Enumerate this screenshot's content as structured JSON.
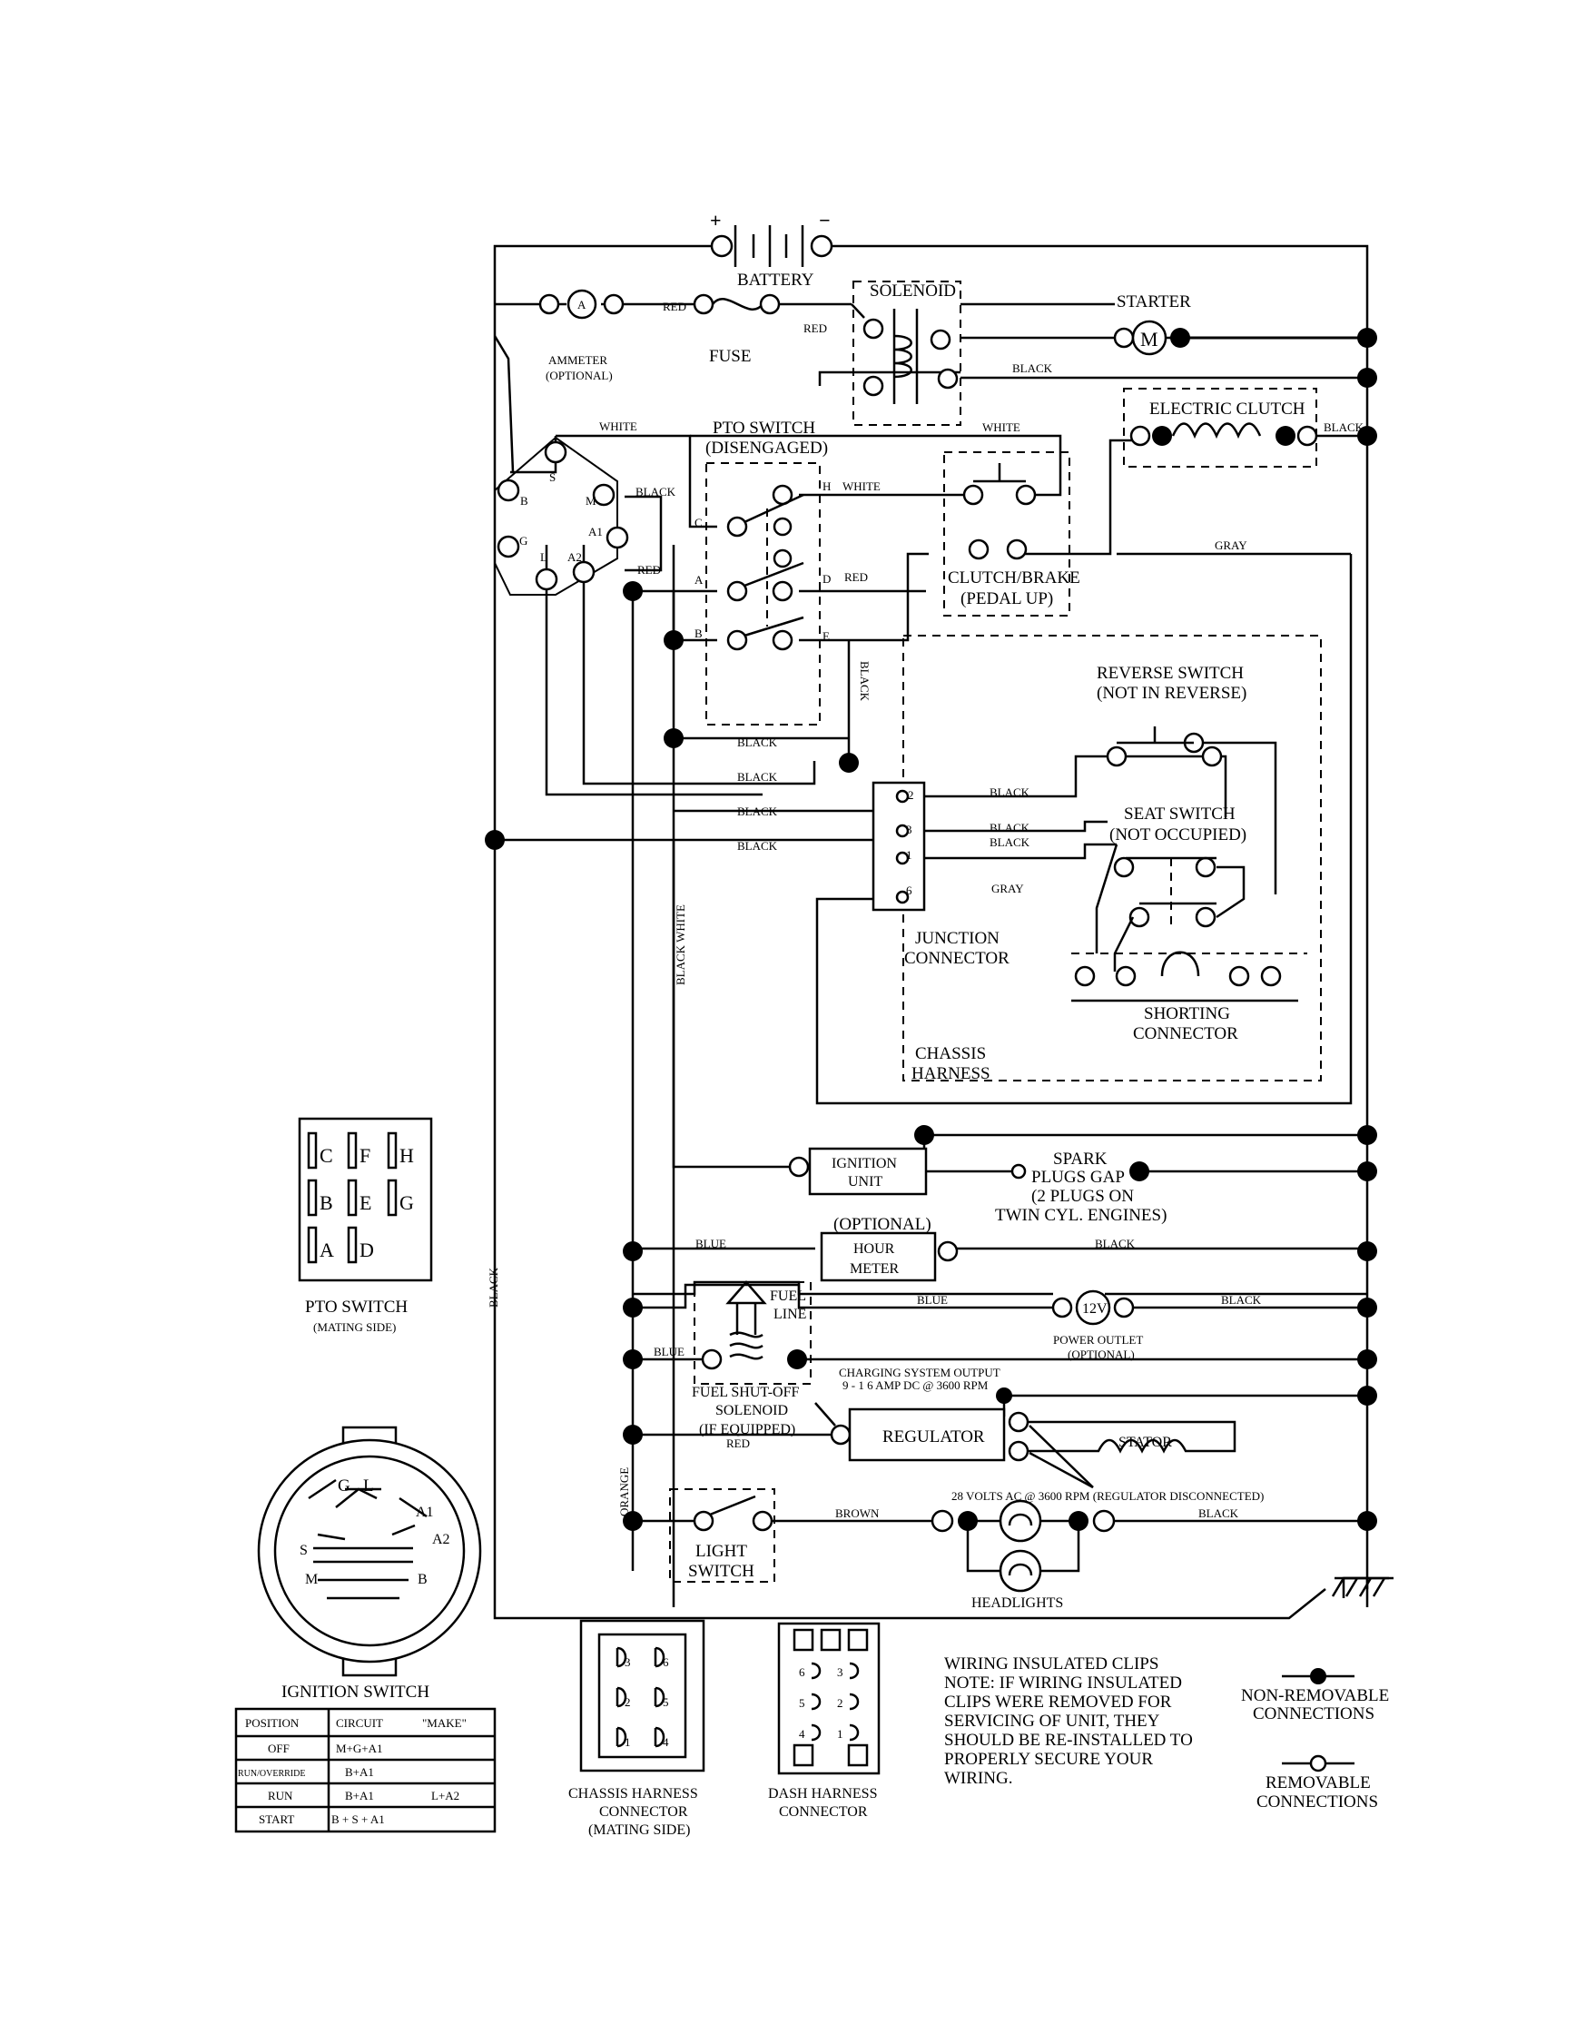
{
  "components": {
    "battery": "BATTERY",
    "battery_plus": "+",
    "battery_minus": "−",
    "solenoid": "SOLENOID",
    "starter": "STARTER",
    "starter_symbol": "M",
    "ammeter": "AMMETER",
    "ammeter_optional": "(OPTIONAL)",
    "ammeter_symbol": "A",
    "fuse": "FUSE",
    "electric_clutch": "ELECTRIC CLUTCH",
    "pto_switch_title": "PTO SWITCH",
    "pto_switch_state": "(DISENGAGED)",
    "clutch_brake": "CLUTCH/BRAKE",
    "clutch_brake_state": "(PEDAL UP)",
    "reverse_switch": "REVERSE SWITCH",
    "reverse_switch_state": "(NOT IN REVERSE)",
    "seat_switch": "SEAT SWITCH",
    "seat_switch_state": "(NOT OCCUPIED)",
    "junction_connector_1": "JUNCTION",
    "junction_connector_2": "CONNECTOR",
    "shorting_connector_1": "SHORTING",
    "shorting_connector_2": "CONNECTOR",
    "chassis_harness_1": "CHASSIS",
    "chassis_harness_2": "HARNESS",
    "ignition_unit_1": "IGNITION",
    "ignition_unit_2": "UNIT",
    "spark_1": "SPARK",
    "spark_2": "PLUGS GAP",
    "spark_3": "(2 PLUGS ON",
    "spark_4": "TWIN CYL. ENGINES)",
    "hour_meter_optional": "(OPTIONAL)",
    "hour_meter_1": "HOUR",
    "hour_meter_2": "METER",
    "power_outlet_symbol": "12V",
    "power_outlet": "POWER OUTLET",
    "power_outlet_optional": "(OPTIONAL)",
    "fuel_line_1": "FUEL",
    "fuel_line_2": "LINE",
    "fuel_solenoid_1": "FUEL SHUT-OFF",
    "fuel_solenoid_2": "SOLENOID",
    "fuel_solenoid_3": "(IF EQUIPPED)",
    "charging_output_1": "CHARGING SYSTEM OUTPUT",
    "charging_output_2": "9 - 1 6 AMP DC @ 3600 RPM",
    "regulator": "REGULATOR",
    "stator": "STATOR",
    "stator_note": "28 VOLTS AC @ 3600 RPM (REGULATOR DISCONNECTED)",
    "light_switch_1": "LIGHT",
    "light_switch_2": "SWITCH",
    "headlights": "HEADLIGHTS"
  },
  "pto_terminals": {
    "c": "C",
    "a": "A",
    "b": "B",
    "h": "H",
    "d": "D",
    "e": "E"
  },
  "ignition_terminals": {
    "s": "S",
    "m": "M",
    "b": "B",
    "a1": "A1",
    "g": "G",
    "l": "L",
    "a2": "A2"
  },
  "junction_pins": {
    "p2": "2",
    "p3": "3",
    "p1": "1",
    "p6": "6"
  },
  "wire_colors": {
    "red": "RED",
    "black": "BLACK",
    "white": "WHITE",
    "gray": "GRAY",
    "blue": "BLUE",
    "brown": "BROWN",
    "orange": "ORANGE",
    "black_white": "BLACK WHITE"
  },
  "pto_mating": {
    "title": "PTO SWITCH",
    "subtitle": "(MATING SIDE)",
    "grid": [
      [
        "C",
        "F",
        "H"
      ],
      [
        "B",
        "E",
        "G"
      ],
      [
        "A",
        "D",
        ""
      ]
    ]
  },
  "ignition_switch": {
    "title": "IGNITION SWITCH",
    "face_labels": {
      "g": "G",
      "l": "L",
      "a1": "A1",
      "s": "S",
      "a2": "A2",
      "m": "M",
      "b": "B"
    },
    "table_headers": [
      "POSITION",
      "CIRCUIT",
      "\"MAKE\""
    ],
    "rows": [
      {
        "position": "OFF",
        "circuit": "M+G+A1",
        "make": ""
      },
      {
        "position": "RUN/OVERRIDE",
        "circuit": "B+A1",
        "make": ""
      },
      {
        "position": "RUN",
        "circuit": "B+A1",
        "make": "L+A2"
      },
      {
        "position": "START",
        "circuit": "B + S + A1",
        "make": ""
      }
    ]
  },
  "chassis_connector": {
    "title_1": "CHASSIS HARNESS",
    "title_2": "CONNECTOR",
    "title_3": "(MATING SIDE)",
    "pins": [
      "3",
      "6",
      "2",
      "5",
      "1",
      "4"
    ]
  },
  "dash_connector": {
    "title_1": "DASH HARNESS",
    "title_2": "CONNECTOR",
    "pins": [
      "6",
      "3",
      "5",
      "2",
      "4",
      "1"
    ]
  },
  "note": {
    "title": "WIRING INSULATED CLIPS",
    "lines": [
      "NOTE:  IF WIRING INSULATED",
      "CLIPS WERE REMOVED FOR",
      "SERVICING OF UNIT, THEY",
      "SHOULD BE RE-INSTALLED TO",
      "PROPERLY SECURE YOUR",
      "WIRING."
    ]
  },
  "legend": {
    "non_removable_1": "NON-REMOVABLE",
    "non_removable_2": "CONNECTIONS",
    "removable_1": "REMOVABLE",
    "removable_2": "CONNECTIONS"
  }
}
